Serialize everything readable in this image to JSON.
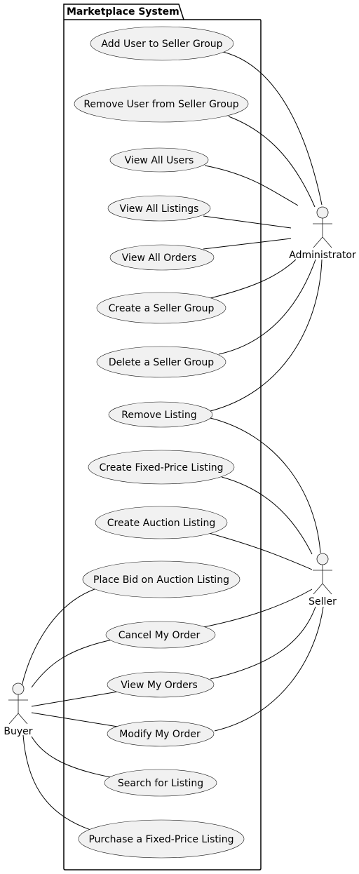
{
  "package": {
    "title": "Marketplace System"
  },
  "actors": {
    "administrator": {
      "label": "Administrator"
    },
    "seller": {
      "label": "Seller"
    },
    "buyer": {
      "label": "Buyer"
    }
  },
  "use_cases": [
    {
      "id": "uc-add-user-to-seller-group",
      "label": "Add User to Seller Group"
    },
    {
      "id": "uc-remove-user-from-seller-group",
      "label": "Remove User from Seller Group"
    },
    {
      "id": "uc-view-all-users",
      "label": "View All Users"
    },
    {
      "id": "uc-view-all-listings",
      "label": "View All Listings"
    },
    {
      "id": "uc-view-all-orders",
      "label": "View All Orders"
    },
    {
      "id": "uc-create-seller-group",
      "label": "Create a Seller Group"
    },
    {
      "id": "uc-delete-seller-group",
      "label": "Delete a Seller Group"
    },
    {
      "id": "uc-remove-listing",
      "label": "Remove Listing"
    },
    {
      "id": "uc-create-fixed-price-listing",
      "label": "Create Fixed-Price Listing"
    },
    {
      "id": "uc-create-auction-listing",
      "label": "Create Auction Listing"
    },
    {
      "id": "uc-place-bid",
      "label": "Place Bid on Auction Listing"
    },
    {
      "id": "uc-cancel-my-order",
      "label": "Cancel My Order"
    },
    {
      "id": "uc-view-my-orders",
      "label": "View My Orders"
    },
    {
      "id": "uc-modify-my-order",
      "label": "Modify My Order"
    },
    {
      "id": "uc-search-for-listing",
      "label": "Search for Listing"
    },
    {
      "id": "uc-purchase-fixed-price-listing",
      "label": "Purchase a Fixed-Price Listing"
    }
  ]
}
